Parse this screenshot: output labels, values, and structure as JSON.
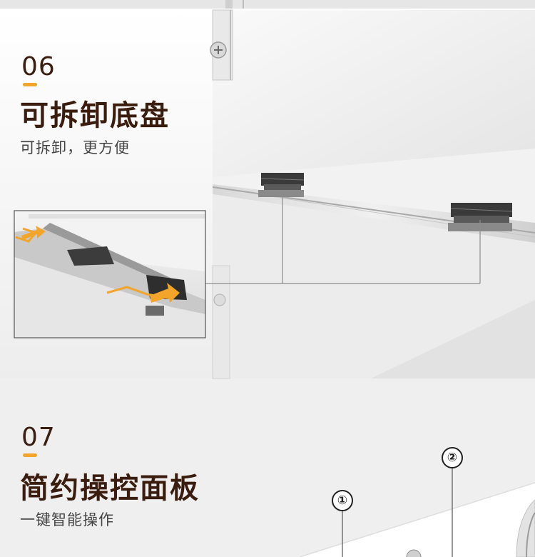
{
  "section_06": {
    "number": "06",
    "title": "可拆卸底盘",
    "subtitle": "可拆卸，更方便"
  },
  "section_07": {
    "number": "07",
    "title": "简约操控面板",
    "subtitle": "一键智能操作",
    "markers": [
      "①",
      "②"
    ]
  },
  "colors": {
    "title": "#3b1d0f",
    "accent": "#f2a52a",
    "metal_light": "#ececec",
    "metal_dark": "#3a3a3a"
  }
}
